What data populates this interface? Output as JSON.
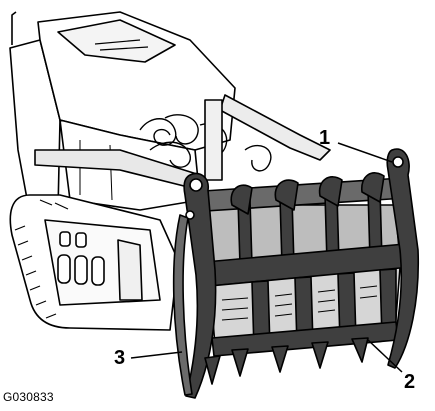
{
  "figure": {
    "id_label": "G030833",
    "callouts": [
      {
        "label": "1",
        "part": "grapple-pivot-pin"
      },
      {
        "label": "2",
        "part": "grapple-rake-tines"
      },
      {
        "label": "3",
        "part": "grapple-clamp-arm"
      }
    ]
  },
  "colors": {
    "line": "#000000",
    "paper": "#ffffff",
    "grapple_dark": "#3f3f3f",
    "grapple_mid": "#6a6a6a",
    "grapple_light": "#bdbdbd"
  }
}
